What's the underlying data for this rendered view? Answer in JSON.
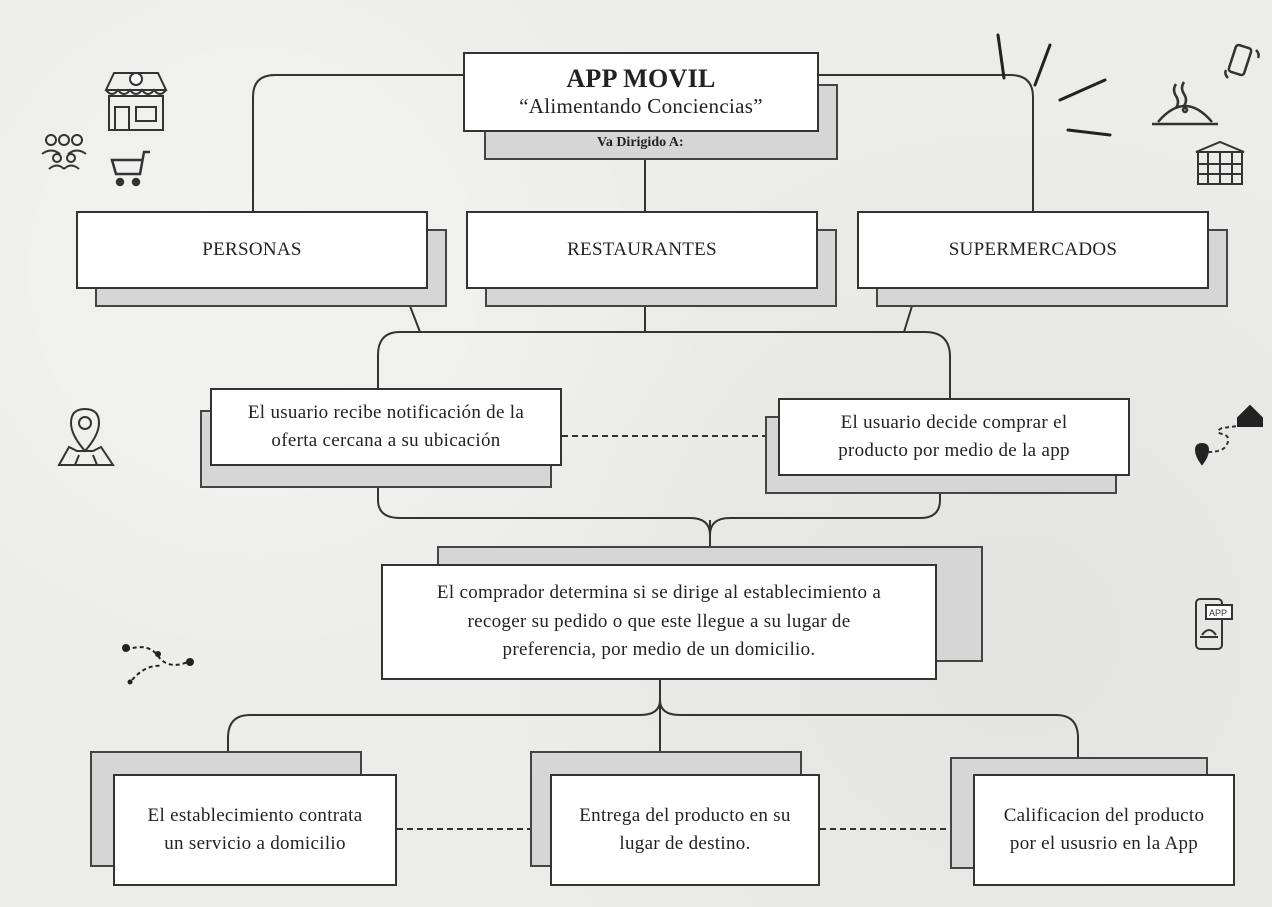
{
  "header": {
    "title": "APP MOVIL",
    "subtitle": "“Alimentando Conciencias”",
    "directed_to": "Va Dirigido A:"
  },
  "audiences": {
    "personas": "PERSONAS",
    "restaurantes": "RESTAURANTES",
    "supermercados": "SUPERMERCADOS"
  },
  "steps": {
    "notification_line1": "El usuario recibe notificación de  la",
    "notification_line2": "oferta cercana a su ubicación",
    "purchase_line1": "El usuario decide comprar el",
    "purchase_line2": "producto por medio de la app",
    "buyer_line1": "El comprador determina si se dirige al establecimiento a",
    "buyer_line2": "recoger su pedido o que este llegue a su lugar de",
    "buyer_line3": "preferencia, por medio de un domicilio."
  },
  "outcomes": {
    "delivery_service_line1": "El establecimiento contrata",
    "delivery_service_line2": "un servicio a domicilio",
    "delivery_line1": "Entrega del producto en su",
    "delivery_line2": "lugar de destino.",
    "rating_line1": "Calificacion del producto",
    "rating_line2": "por el ususrio en la App"
  },
  "icons": [
    "store-icon",
    "people-icon",
    "cart-icon",
    "serving-dish-icon",
    "phone-icon",
    "building-icon",
    "location-map-icon",
    "home-route-icon",
    "route-icon",
    "mobile-app-icon"
  ],
  "colors": {
    "box": "#ffffff",
    "shadow": "#d6d6d6",
    "border": "#333333",
    "background": "#ececea"
  }
}
